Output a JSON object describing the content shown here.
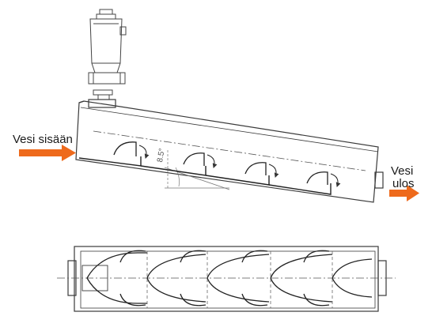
{
  "labels": {
    "water_in": "Vesi sisään",
    "water_out_line1": "Vesi",
    "water_out_line2": "ulos",
    "angle": "8.5°"
  },
  "colors": {
    "arrow": "#ee6a1c",
    "line": "#3a3a3a"
  }
}
